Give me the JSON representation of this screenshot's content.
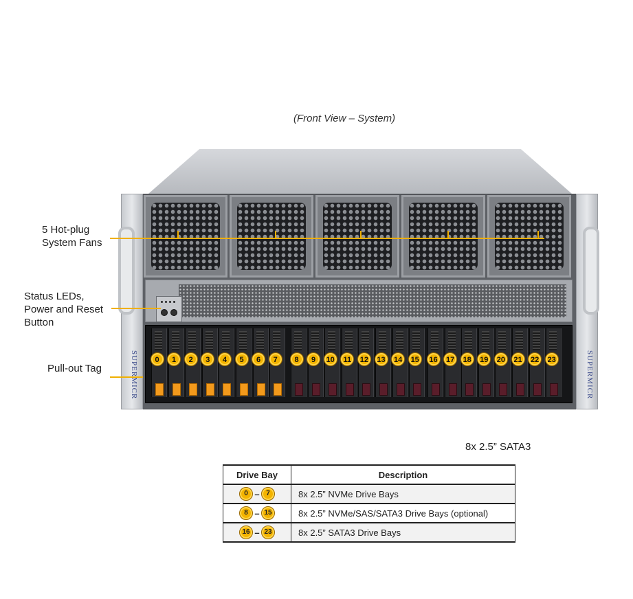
{
  "caption": "(Front View – System)",
  "callouts": {
    "fans": [
      "5 Hot-plug",
      "System Fans"
    ],
    "status": [
      "Status LEDs,",
      "Power and Reset",
      "Button"
    ],
    "tag": "Pull-out Tag"
  },
  "brand": "SUPERMICR",
  "drive_numbers": [
    "0",
    "1",
    "2",
    "3",
    "4",
    "5",
    "6",
    "7",
    "8",
    "9",
    "10",
    "11",
    "12",
    "13",
    "14",
    "15",
    "16",
    "17",
    "18",
    "19",
    "20",
    "21",
    "22",
    "23"
  ],
  "sata3_label": "8x 2.5” SATA3",
  "legend": {
    "headers": [
      "Drive Bay",
      "Description"
    ],
    "rows": [
      {
        "from": "0",
        "to": "7",
        "sep": "–",
        "description": "8x 2.5” NVMe Drive Bays"
      },
      {
        "from": "8",
        "to": "15",
        "sep": "–",
        "description": "8x 2.5” NVMe/SAS/SATA3 Drive Bays (optional)"
      },
      {
        "from": "16",
        "to": "23",
        "sep": "–",
        "description": "8x 2.5” SATA3 Drive Bays"
      }
    ]
  },
  "colors": {
    "accent": "#f4b400",
    "nvme_latch": "#f39a1c",
    "sata_latch": "#5a1d2a"
  }
}
